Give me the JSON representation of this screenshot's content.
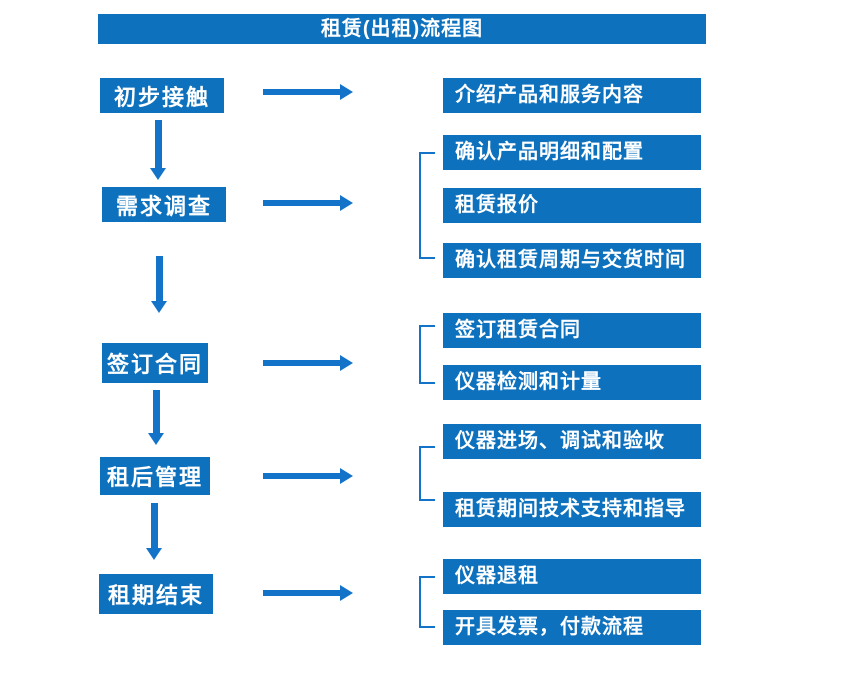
{
  "title": "租赁(出租)流程图",
  "colors": {
    "box_blue": "#0e71bd",
    "arrow_blue": "#1373c9",
    "text_white": "#ffffff"
  },
  "steps": [
    {
      "label": "初步接触",
      "outputs": [
        "介绍产品和服务内容"
      ]
    },
    {
      "label": "需求调查",
      "outputs": [
        "确认产品明细和配置",
        "租赁报价",
        "确认租赁周期与交货时间"
      ]
    },
    {
      "label": "签订合同",
      "outputs": [
        "签订租赁合同",
        "仪器检测和计量"
      ]
    },
    {
      "label": "租后管理",
      "outputs": [
        "仪器进场、调试和验收",
        "租赁期间技术支持和指导"
      ]
    },
    {
      "label": "租期结束",
      "outputs": [
        "仪器退租",
        "开具发票，付款流程"
      ]
    }
  ]
}
